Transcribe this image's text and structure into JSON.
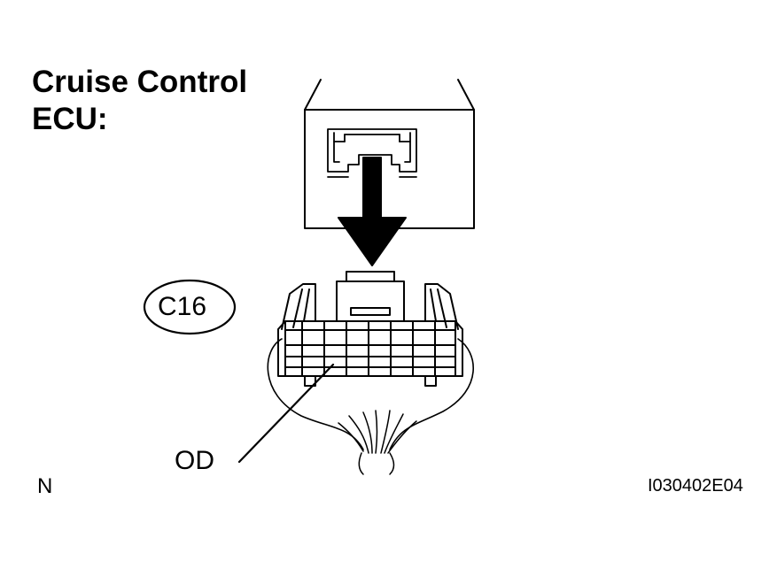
{
  "title": {
    "line1": "Cruise Control",
    "line2": "ECU:"
  },
  "connector_code": "C16",
  "terminal_label": "OD",
  "corner_mark": "N",
  "figure_id": "I030402E04"
}
